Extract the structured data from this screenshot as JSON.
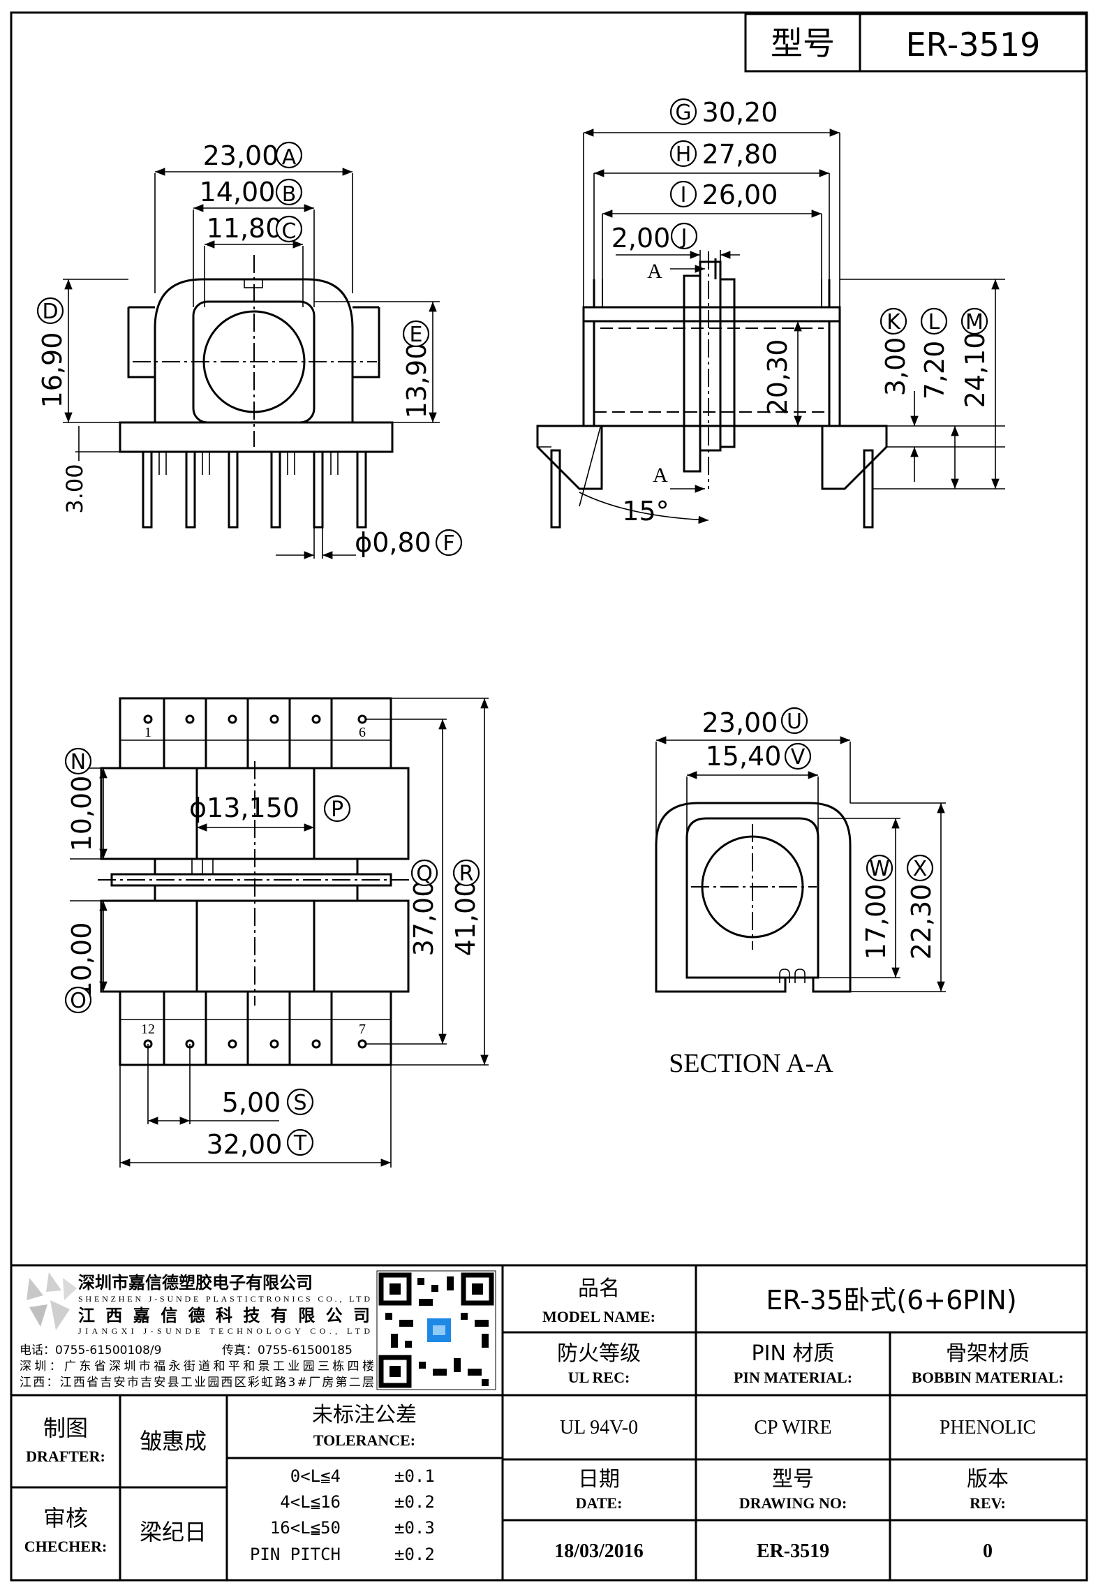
{
  "title_box": {
    "label": "型号",
    "value": "ER-3519"
  },
  "dimensions": {
    "A": {
      "value": "23,00",
      "letter": "A"
    },
    "B": {
      "value": "14,00",
      "letter": "B"
    },
    "C": {
      "value": "11,80",
      "letter": "C"
    },
    "D": {
      "value": "16,90",
      "letter": "D"
    },
    "E": {
      "value": "13,90",
      "letter": "E"
    },
    "F": {
      "value": "ϕ0,80",
      "letter": "F"
    },
    "three": {
      "value": "3.00"
    },
    "G": {
      "value": "30,20",
      "letter": "G"
    },
    "H": {
      "value": "27,80",
      "letter": "H"
    },
    "I": {
      "value": "26,00",
      "letter": "I"
    },
    "J": {
      "value": "2,00",
      "letter": "J"
    },
    "mid": {
      "value": "20,30"
    },
    "K": {
      "value": "3,00",
      "letter": "K"
    },
    "L": {
      "value": "7,20",
      "letter": "L"
    },
    "M": {
      "value": "24,10",
      "letter": "M"
    },
    "angle": {
      "value": "15°"
    },
    "section_mark": "A",
    "N": {
      "value": "10,00",
      "letter": "N"
    },
    "O": {
      "value": "10,00",
      "letter": "O"
    },
    "P": {
      "value": "ϕ13,150",
      "letter": "P"
    },
    "Q": {
      "value": "37,00",
      "letter": "Q"
    },
    "R": {
      "value": "41,00",
      "letter": "R"
    },
    "S": {
      "value": "5,00",
      "letter": "S"
    },
    "T": {
      "value": "32,00",
      "letter": "T"
    },
    "U": {
      "value": "23,00",
      "letter": "U"
    },
    "V": {
      "value": "15,40",
      "letter": "V"
    },
    "W": {
      "value": "17,00",
      "letter": "W"
    },
    "X": {
      "value": "22,30",
      "letter": "X"
    }
  },
  "pins": {
    "p1": "1",
    "p6": "6",
    "p7": "7",
    "p12": "12"
  },
  "section_label": "SECTION A-A",
  "company": {
    "name_cn": "深圳市嘉信德塑胶电子有限公司",
    "name_en": "SHENZHEN J-SUNDE PLASTICTRONICS CO., LTD",
    "name2_cn": "江西嘉信德科技有限公司",
    "name2_en": "JIANGXI J-SUNDE TECHNOLOGY CO., LTD",
    "phone": "电话：0755-61500108/9",
    "fax": "传真：0755-61500185",
    "addr1": "深圳：广东省深圳市福永街道和平和景工业园三栋四楼",
    "addr2": "江西：江西省吉安市吉安县工业园西区彩虹路3#厂房第二层"
  },
  "table": {
    "model_name_cn": "品名",
    "model_name_en": "MODEL NAME:",
    "model_name_value": "ER-35卧式(6+6PIN)",
    "ul_cn": "防火等级",
    "ul_en": "UL REC:",
    "pin_cn": "PIN 材质",
    "pin_en": "PIN MATERIAL:",
    "bobbin_cn": "骨架材质",
    "bobbin_en": "BOBBIN MATERIAL:",
    "ul_value": "UL 94V-0",
    "pin_value": "CP WIRE",
    "bobbin_value": "PHENOLIC",
    "drafter_cn": "制图",
    "drafter_en": "DRAFTER:",
    "drafter_value": "皱惠成",
    "checker_cn": "审核",
    "checker_en": "CHECHER:",
    "checker_value": "梁纪日",
    "tol_cn": "未标注公差",
    "tol_en": "TOLERANCE:",
    "tol_rows": [
      {
        "range": "0<L≦4",
        "val": "±0.1"
      },
      {
        "range": "4<L≦16",
        "val": "±0.2"
      },
      {
        "range": "16<L≦50",
        "val": "±0.3"
      },
      {
        "range": "PIN PITCH",
        "val": "±0.2"
      }
    ],
    "date_cn": "日期",
    "date_en": "DATE:",
    "date_value": "18/03/2016",
    "dwg_cn": "型号",
    "dwg_en": "DRAWING NO:",
    "dwg_value": "ER-3519",
    "rev_cn": "版本",
    "rev_en": "REV:",
    "rev_value": "0"
  }
}
